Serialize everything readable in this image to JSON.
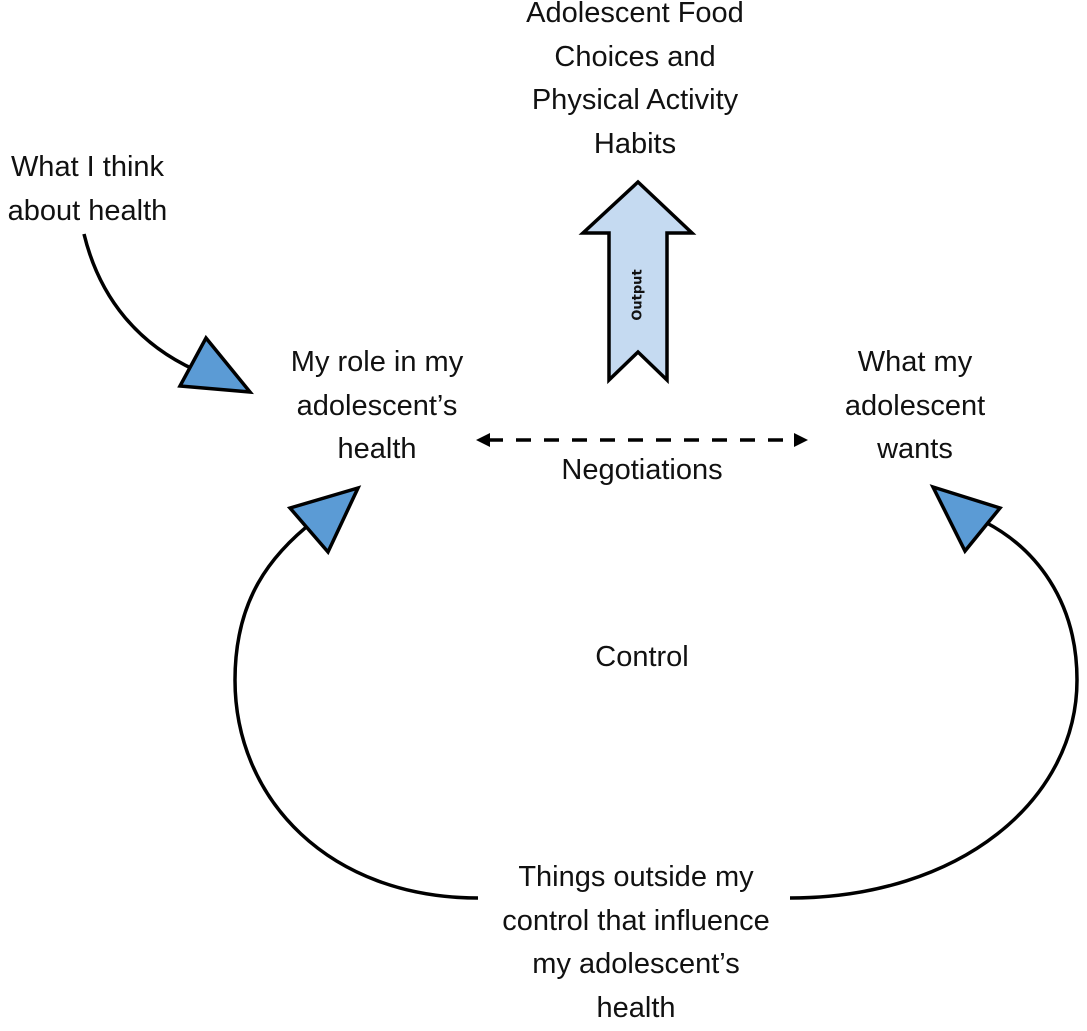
{
  "diagram": {
    "nodes": {
      "output_target": "Adolescent Food\nChoices and\nPhysical Activity\nHabits",
      "beliefs": "What I think\nabout health",
      "my_role": "My role in my\nadolescent’s\nhealth",
      "adolescent_wants": "What my\nadolescent\nwants",
      "outside_factors": "Things outside my\ncontrol that influence\nmy adolescent’s\nhealth"
    },
    "edge_labels": {
      "negotiations": "Negotiations",
      "control": "Control",
      "output": "Output"
    },
    "edges": [
      {
        "from": "beliefs",
        "to": "my_role",
        "style": "solid-curved"
      },
      {
        "from": "outside_factors",
        "to": "my_role",
        "style": "solid-curved"
      },
      {
        "from": "outside_factors",
        "to": "adolescent_wants",
        "style": "solid-curved"
      },
      {
        "from": "my_role",
        "to": "adolescent_wants",
        "style": "dashed-bidirectional",
        "label": "Negotiations"
      },
      {
        "from": "center",
        "to": "output_target",
        "style": "block-arrow",
        "label": "Output"
      }
    ],
    "colors": {
      "arrowhead_fill": "#5b9bd5",
      "output_arrow_fill": "#c5daf1",
      "stroke": "#000000",
      "text": "#111111"
    }
  }
}
